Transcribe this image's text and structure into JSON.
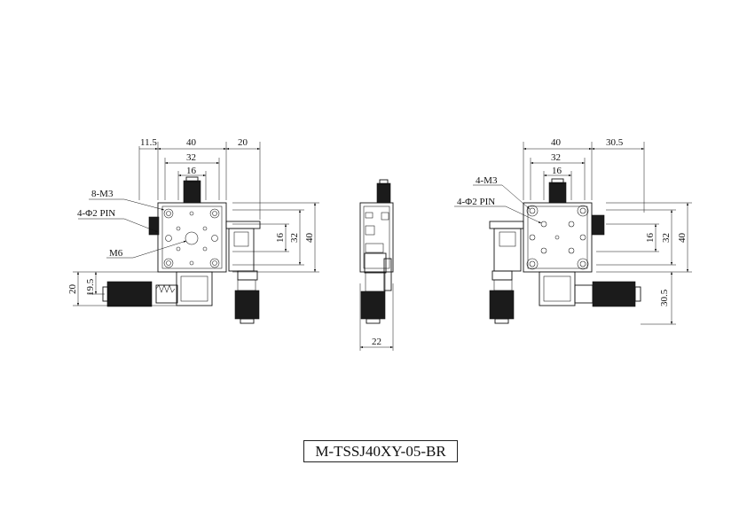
{
  "model": "M-TSSJ40XY-05-BR",
  "left_view": {
    "dims_top": [
      "11.5",
      "40",
      "20",
      "32",
      "16"
    ],
    "dims_right": [
      "16",
      "32",
      "40"
    ],
    "dims_left": [
      "20",
      "19.5"
    ],
    "callouts": [
      "8-M3",
      "4-Φ2 PIN",
      "M6"
    ]
  },
  "middle_view": {
    "dims_bottom": [
      "22"
    ]
  },
  "right_view": {
    "dims_top": [
      "40",
      "30.5",
      "32",
      "16"
    ],
    "dims_right": [
      "16",
      "32",
      "40",
      "30.5"
    ],
    "callouts": [
      "4-M3",
      "4-Φ2 PIN"
    ]
  }
}
